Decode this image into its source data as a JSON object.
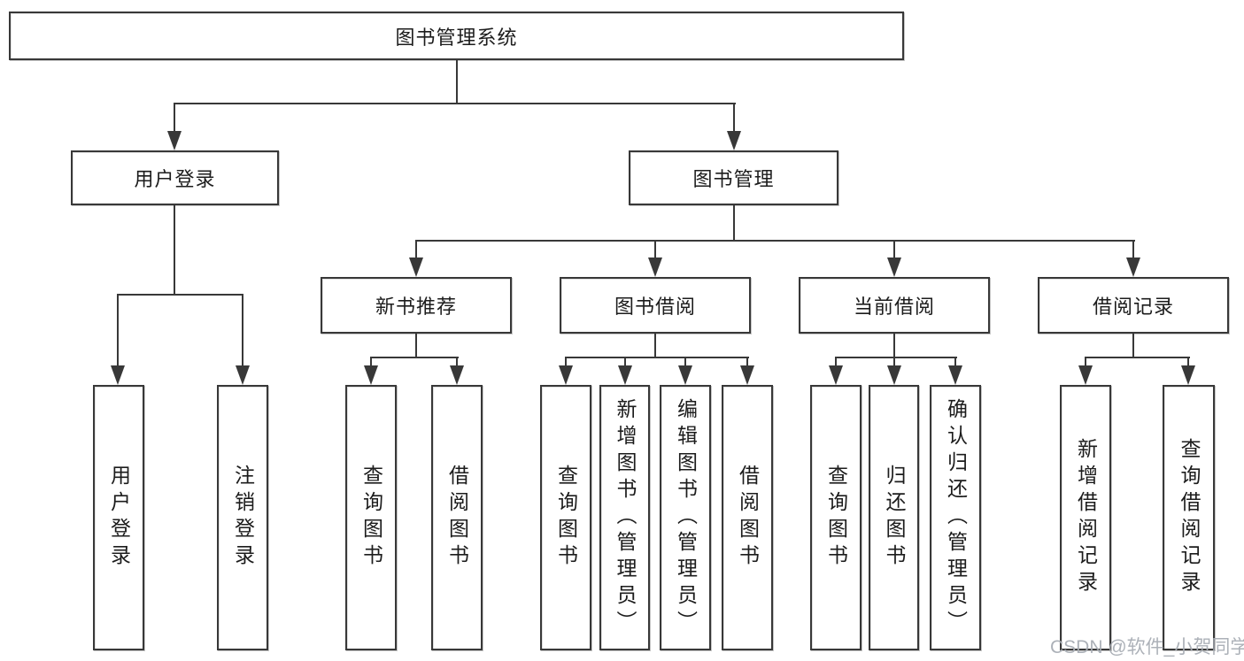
{
  "diagram": {
    "root": {
      "label": "图书管理系统"
    },
    "level2": [
      {
        "label": "用户登录"
      },
      {
        "label": "图书管理"
      }
    ],
    "level3": [
      {
        "label": "新书推荐"
      },
      {
        "label": "图书借阅"
      },
      {
        "label": "当前借阅"
      },
      {
        "label": "借阅记录"
      }
    ],
    "leaves": [
      {
        "label": "用户登录"
      },
      {
        "label": "注销登录"
      },
      {
        "label": "查询图书"
      },
      {
        "label": "借阅图书"
      },
      {
        "label": "查询图书"
      },
      {
        "label": "新增图书（管理员）"
      },
      {
        "label": "编辑图书（管理员）"
      },
      {
        "label": "借阅图书"
      },
      {
        "label": "查询图书"
      },
      {
        "label": "归还图书"
      },
      {
        "label": "确认归还（管理员）"
      },
      {
        "label": "新增借阅记录"
      },
      {
        "label": "查询借阅记录"
      }
    ]
  },
  "watermark": {
    "text": "CSDN @软件_小贺同学"
  },
  "colors": {
    "line": "#383838",
    "text": "#1c1c1c",
    "background": "#ffffff",
    "watermark": "#a8adb4"
  }
}
